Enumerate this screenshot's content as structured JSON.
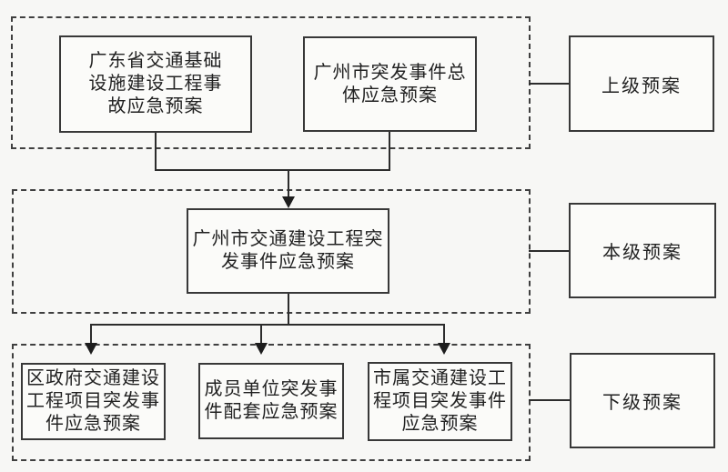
{
  "diagram": {
    "title_hint": "emergency-plan-hierarchy-flowchart",
    "colors": {
      "background": "#f7f7f5",
      "line": "#2c2c2c",
      "box_fill": "#fbfbf9",
      "text": "#222222"
    },
    "tiers": [
      {
        "label": "上级预案",
        "nodes": [
          {
            "text": "广东省交通基础\n设施建设工程事\n故应急预案"
          },
          {
            "text": "广州市突发事件总\n体应急预案"
          }
        ]
      },
      {
        "label": "本级预案",
        "nodes": [
          {
            "text": "广州市交通建设工程突\n发事件应急预案"
          }
        ]
      },
      {
        "label": "下级预案",
        "nodes": [
          {
            "text": "区政府交通建设\n工程项目突发事\n件应急预案"
          },
          {
            "text": "成员单位突发事\n件配套应急预案"
          },
          {
            "text": "市属交通建设工\n程项目突发事件\n应急预案"
          }
        ]
      }
    ]
  }
}
